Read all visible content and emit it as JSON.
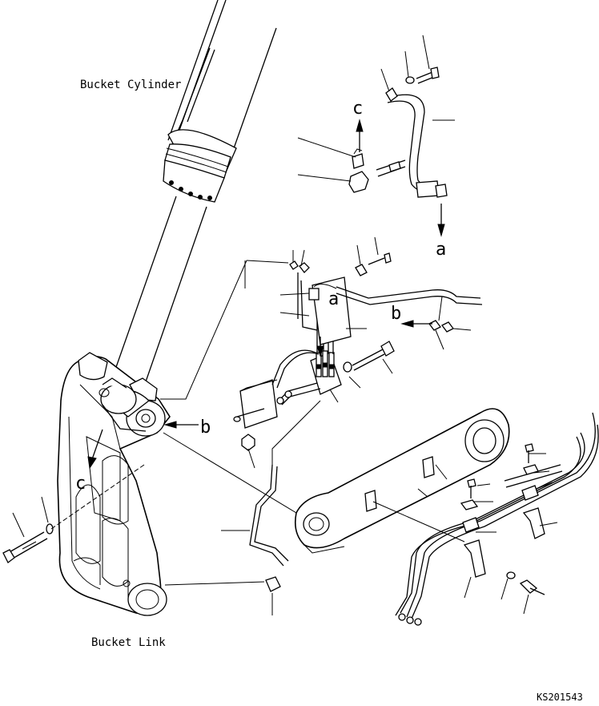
{
  "labels": {
    "bucket_cylinder": "Bucket Cylinder",
    "bucket_link": "Bucket Link",
    "drawing_code": "KS201543"
  },
  "markers": {
    "c_top": "c",
    "a_arrow": "a",
    "a_block": "a",
    "b_right": "b",
    "b_left": "b",
    "c_left": "c"
  }
}
